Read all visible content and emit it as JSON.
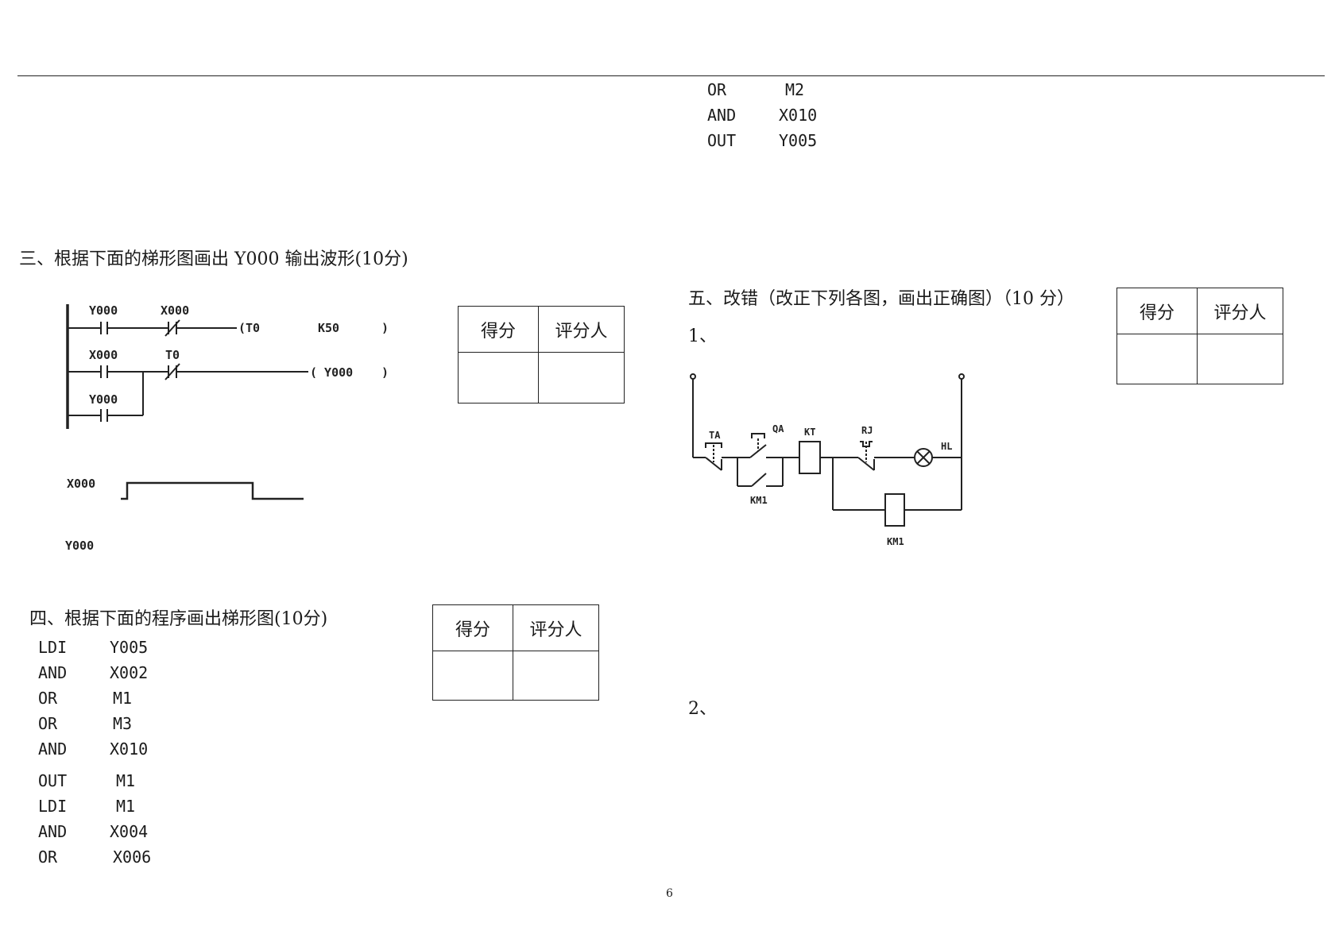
{
  "top_code": [
    {
      "op": "OR",
      "arg": "M2"
    },
    {
      "op": "AND",
      "arg": "X010"
    },
    {
      "op": "OUT",
      "arg": "Y005"
    }
  ],
  "section3": {
    "heading": "三、根据下面的梯形图画出 Y000 输出波形(10分)",
    "ladder": {
      "rung1_contact1": "Y000",
      "rung1_contact2": "X000",
      "rung1_coil": "(T0",
      "rung1_const": "K50",
      "rung1_coil_end": ")",
      "rung2_contact1": "X000",
      "rung2_contact2": "T0",
      "rung2_coil": "( Y000",
      "rung2_coil_end": ")",
      "rung3_contact": "Y000"
    },
    "waveform": {
      "x_label": "X000",
      "y_label": "Y000"
    }
  },
  "section4": {
    "heading": "四、根据下面的程序画出梯形图(10分)",
    "code": [
      {
        "op": "LDI",
        "arg": "Y005"
      },
      {
        "op": "AND",
        "arg": "X002"
      },
      {
        "op": "OR",
        "arg": "M1"
      },
      {
        "op": "OR",
        "arg": "M3"
      },
      {
        "op": "AND",
        "arg": "X010"
      },
      {
        "op": "OUT",
        "arg": "M1"
      },
      {
        "op": "LDI",
        "arg": "M1"
      },
      {
        "op": "AND",
        "arg": "X004"
      },
      {
        "op": "OR",
        "arg": "X006"
      }
    ]
  },
  "section5": {
    "heading": "五、改错（改正下列各图，画出正确图）（10 分）",
    "item1": "1、",
    "item2": "2、",
    "circuit": {
      "ta": "TA",
      "qa": "QA",
      "kt": "KT",
      "rj": "RJ",
      "hl": "HL",
      "km1_aux": "KM1",
      "km1_coil": "KM1"
    }
  },
  "score_table": {
    "col1": "得分",
    "col2": "评分人"
  },
  "page_number": "6"
}
